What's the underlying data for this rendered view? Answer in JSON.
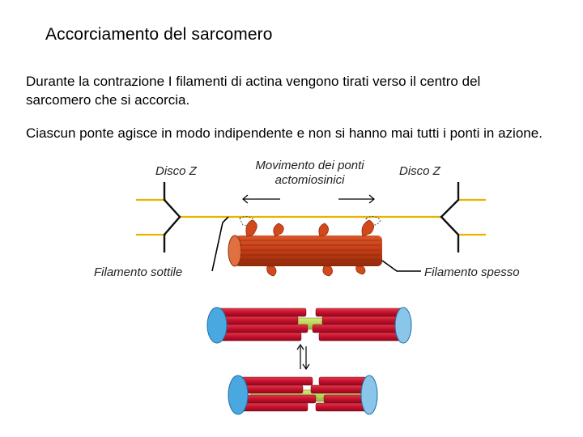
{
  "title": "Accorciamento del sarcomero",
  "paragraph1": "Durante la contrazione I filamenti di actina vengono tirati verso il centro del sarcomero che si accorcia.",
  "paragraph2": "Ciascun ponte agisce in modo indipendente e non si hanno mai tutti i ponti in azione.",
  "labels": {
    "disco_left": "Disco Z",
    "movimento": "Movimento dei ponti actomiosinici",
    "disco_right": "Disco Z",
    "filamento_sottile": "Filamento sottile",
    "filamento_spesso": "Filamento spesso"
  },
  "colors": {
    "actin": "#e8b400",
    "myosin": "#c8441a",
    "myosin_dark": "#8e2a0c",
    "thick_filament": "#c8102e",
    "thin_filament": "#b8d44a",
    "disk": "#4aa8e0"
  }
}
